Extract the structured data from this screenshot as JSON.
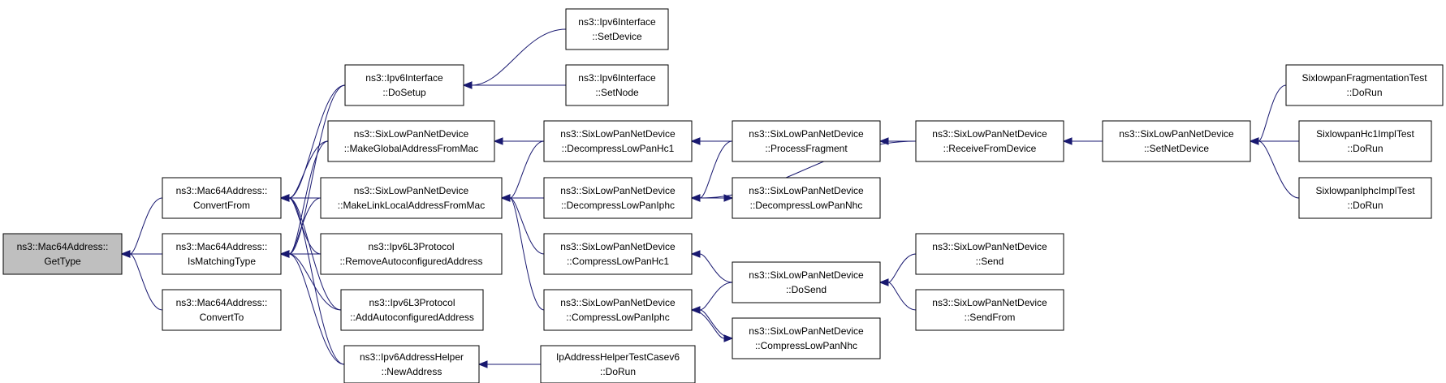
{
  "colors": {
    "edge": "#191970",
    "root_fill": "#bfbfbf",
    "node_fill": "#ffffff",
    "node_border": "#000000"
  },
  "nodes": {
    "n_gettype": [
      "ns3::Mac64Address::",
      "GetType"
    ],
    "n_convertfrom": [
      "ns3::Mac64Address::",
      "ConvertFrom"
    ],
    "n_ismatchingtype": [
      "ns3::Mac64Address::",
      "IsMatchingType"
    ],
    "n_convertto": [
      "ns3::Mac64Address::",
      "ConvertTo"
    ],
    "n_ipv6if_dosetup": [
      "ns3::Ipv6Interface",
      "::DoSetup"
    ],
    "n_ipv6if_setdevice": [
      "ns3::Ipv6Interface",
      "::SetDevice"
    ],
    "n_ipv6if_setnode": [
      "ns3::Ipv6Interface",
      "::SetNode"
    ],
    "n_makeglobal": [
      "ns3::SixLowPanNetDevice",
      "::MakeGlobalAddressFromMac"
    ],
    "n_makelinklocal": [
      "ns3::SixLowPanNetDevice",
      "::MakeLinkLocalAddressFromMac"
    ],
    "n_removeautoconf": [
      "ns3::Ipv6L3Protocol",
      "::RemoveAutoconfiguredAddress"
    ],
    "n_addautoconf": [
      "ns3::Ipv6L3Protocol",
      "::AddAutoconfiguredAddress"
    ],
    "n_newaddress": [
      "ns3::Ipv6AddressHelper",
      "::NewAddress"
    ],
    "n_decompresshc1": [
      "ns3::SixLowPanNetDevice",
      "::DecompressLowPanHc1"
    ],
    "n_decompressiphc": [
      "ns3::SixLowPanNetDevice",
      "::DecompressLowPanIphc"
    ],
    "n_compresshc1": [
      "ns3::SixLowPanNetDevice",
      "::CompressLowPanHc1"
    ],
    "n_compressiphc": [
      "ns3::SixLowPanNetDevice",
      "::CompressLowPanIphc"
    ],
    "n_ipaddrtest": [
      "IpAddressHelperTestCasev6",
      "::DoRun"
    ],
    "n_processfragment": [
      "ns3::SixLowPanNetDevice",
      "::ProcessFragment"
    ],
    "n_decompressnhc": [
      "ns3::SixLowPanNetDevice",
      "::DecompressLowPanNhc"
    ],
    "n_dosend": [
      "ns3::SixLowPanNetDevice",
      "::DoSend"
    ],
    "n_compressnhc": [
      "ns3::SixLowPanNetDevice",
      "::CompressLowPanNhc"
    ],
    "n_receivefromdevice": [
      "ns3::SixLowPanNetDevice",
      "::ReceiveFromDevice"
    ],
    "n_send": [
      "ns3::SixLowPanNetDevice",
      "::Send"
    ],
    "n_sendfrom": [
      "ns3::SixLowPanNetDevice",
      "::SendFrom"
    ],
    "n_setnetdevice": [
      "ns3::SixLowPanNetDevice",
      "::SetNetDevice"
    ],
    "n_fragtest": [
      "SixlowpanFragmentationTest",
      "::DoRun"
    ],
    "n_hc1test": [
      "SixlowpanHc1ImplTest",
      "::DoRun"
    ],
    "n_iphctest": [
      "SixlowpanIphcImplTest",
      "::DoRun"
    ]
  },
  "edges": [
    [
      "n_convertfrom",
      "n_gettype"
    ],
    [
      "n_ismatchingtype",
      "n_gettype"
    ],
    [
      "n_convertto",
      "n_gettype"
    ],
    [
      "n_ipv6if_dosetup",
      "n_convertfrom"
    ],
    [
      "n_makeglobal",
      "n_convertfrom"
    ],
    [
      "n_makelinklocal",
      "n_convertfrom"
    ],
    [
      "n_removeautoconf",
      "n_convertfrom"
    ],
    [
      "n_addautoconf",
      "n_convertfrom"
    ],
    [
      "n_newaddress",
      "n_convertfrom"
    ],
    [
      "n_ipv6if_dosetup",
      "n_ismatchingtype"
    ],
    [
      "n_makeglobal",
      "n_ismatchingtype"
    ],
    [
      "n_makelinklocal",
      "n_ismatchingtype"
    ],
    [
      "n_removeautoconf",
      "n_ismatchingtype"
    ],
    [
      "n_addautoconf",
      "n_ismatchingtype"
    ],
    [
      "n_newaddress",
      "n_ismatchingtype"
    ],
    [
      "n_ipv6if_setdevice",
      "n_ipv6if_dosetup"
    ],
    [
      "n_ipv6if_setnode",
      "n_ipv6if_dosetup"
    ],
    [
      "n_decompresshc1",
      "n_makeglobal"
    ],
    [
      "n_decompresshc1",
      "n_makelinklocal"
    ],
    [
      "n_decompressiphc",
      "n_makelinklocal"
    ],
    [
      "n_compresshc1",
      "n_makelinklocal"
    ],
    [
      "n_compressiphc",
      "n_makelinklocal"
    ],
    [
      "n_ipaddrtest",
      "n_newaddress"
    ],
    [
      "n_processfragment",
      "n_decompresshc1"
    ],
    [
      "n_receivefromdevice",
      "n_decompresshc1"
    ],
    [
      "n_processfragment",
      "n_decompressiphc"
    ],
    [
      "n_decompressnhc",
      "n_decompressiphc"
    ],
    [
      "n_receivefromdevice",
      "n_decompressiphc"
    ],
    [
      "n_decompressiphc",
      "n_decompressnhc"
    ],
    [
      "n_dosend",
      "n_compresshc1"
    ],
    [
      "n_dosend",
      "n_compressiphc"
    ],
    [
      "n_compressnhc",
      "n_compressiphc"
    ],
    [
      "n_compressiphc",
      "n_compressnhc"
    ],
    [
      "n_receivefromdevice",
      "n_processfragment"
    ],
    [
      "n_send",
      "n_dosend"
    ],
    [
      "n_sendfrom",
      "n_dosend"
    ],
    [
      "n_setnetdevice",
      "n_receivefromdevice"
    ],
    [
      "n_fragtest",
      "n_setnetdevice"
    ],
    [
      "n_hc1test",
      "n_setnetdevice"
    ],
    [
      "n_iphctest",
      "n_setnetdevice"
    ]
  ]
}
